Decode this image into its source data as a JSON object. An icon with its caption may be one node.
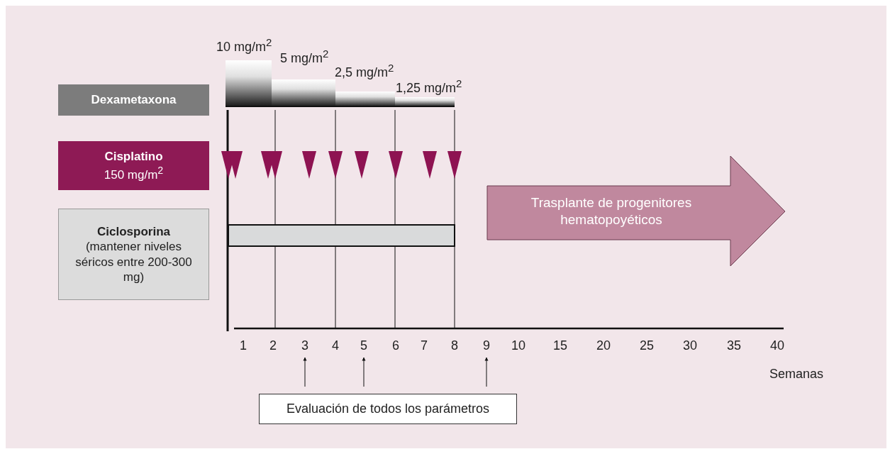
{
  "diagram": {
    "nodes": [
      {
        "text": [
          "Dexametaxona"
        ]
      },
      {
        "text": [
          "Cisplatino",
          "150 mg/m$^{2}$"
        ]
      },
      {
        "text": [
          "Ciclosporina",
          "(mantener niveles séricos entre 200-300 mg)"
        ]
      },
      {
        "text": [
          "Trasplante de progenitores hematopoyéticos"
        ]
      },
      {
        "text": [
          "Evaluación de todos los parámetros"
        ]
      },
      {
        "text": [
          "3"
        ]
      },
      {
        "text": [
          "5"
        ]
      },
      {
        "text": [
          "9"
        ]
      }
    ],
    "edges": [
      {
        "from": 4,
        "to": 5,
        "arrow": "to"
      },
      {
        "from": 4,
        "to": 6,
        "arrow": "to"
      },
      {
        "from": 4,
        "to": 7,
        "arrow": "to"
      }
    ],
    "labels": [
      "10 mg/m$^{2}$",
      "5 mg/m$^{2}$",
      "2,5 mg/m$^{2}$",
      "1,25 mg/m$^{2}$",
      "1",
      "2",
      "4",
      "6",
      "7",
      "8",
      "10",
      "15",
      "20",
      "25",
      "30",
      "35",
      "40",
      "Semanas"
    ]
  }
}
